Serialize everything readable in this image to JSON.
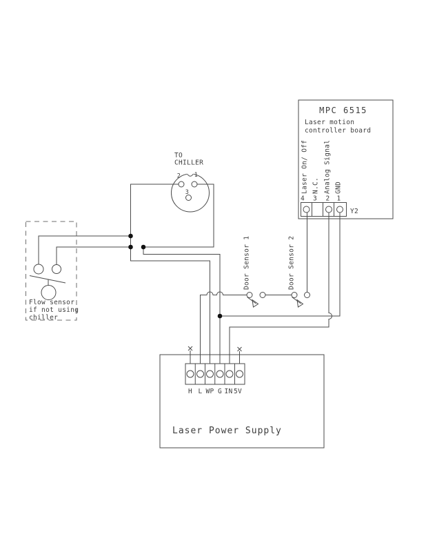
{
  "colors": {
    "wire": "#4a4a4a",
    "wire_red": "#c06464",
    "wire_blue": "#9095d2",
    "junction": "#111111",
    "text": "#3d3d3d"
  },
  "icons": {
    "not_connected_marker": "x-cross",
    "junction_dot": "filled-dot",
    "wire_hop": "arc-bump"
  },
  "controller": {
    "title": "MPC 6515",
    "subtitle_line1": "Laser motion",
    "subtitle_line2": "controller board",
    "y2_label": "Y2",
    "terminals": [
      {
        "number": "4",
        "label": "Laser On/ Off"
      },
      {
        "number": "3",
        "label": "N.C."
      },
      {
        "number": "2",
        "label": "Analog Signal"
      },
      {
        "number": "1",
        "label": "GND"
      }
    ]
  },
  "chiller": {
    "label_line1": "TO",
    "label_line2": "CHILLER",
    "pins": [
      {
        "number": "2"
      },
      {
        "number": "1"
      },
      {
        "number": "3"
      }
    ]
  },
  "flow_sensor": {
    "caption_line1": "Flow sensor",
    "caption_line2": "if not using",
    "caption_line3": "chiller"
  },
  "door_sensors": [
    {
      "label": "Door Sensor 1"
    },
    {
      "label": "Door Sensor 2"
    }
  ],
  "power_supply": {
    "title": "Laser Power Supply",
    "terminals": [
      "H",
      "L",
      "WP",
      "G",
      "IN",
      "5V"
    ]
  }
}
